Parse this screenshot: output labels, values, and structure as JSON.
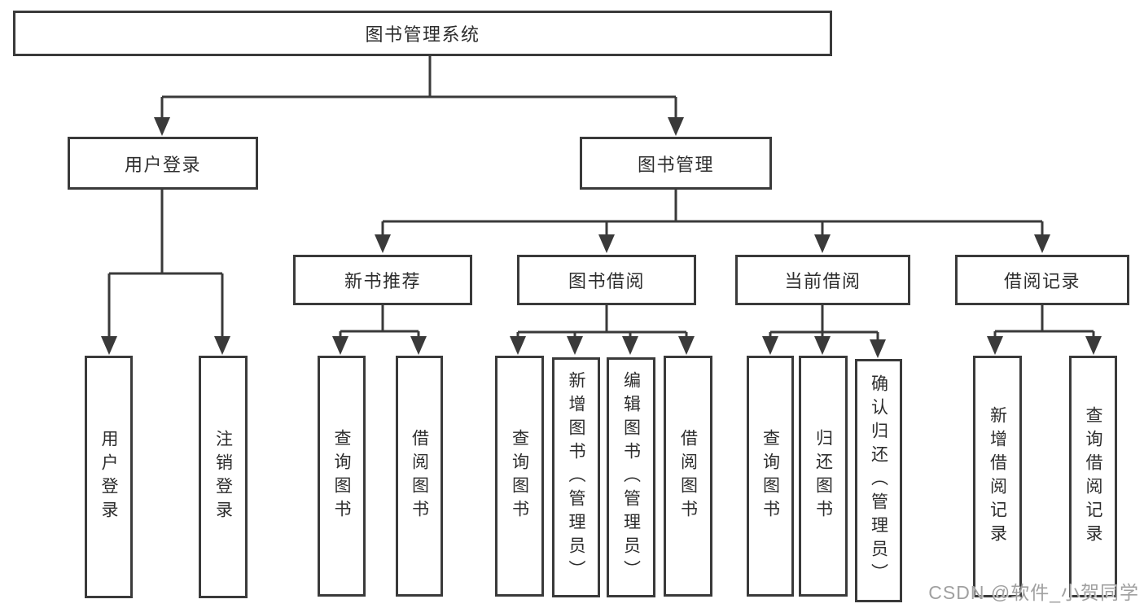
{
  "diagram": {
    "colors": {
      "line": "#3a3a3a",
      "box_border": "#3a3a3a",
      "text": "#2d2d2d",
      "background": "#ffffff",
      "watermark": "#a0a0a0"
    },
    "tree": {
      "label": "图书管理系统",
      "children": [
        {
          "label": "用户登录",
          "children": [
            {
              "label": "用户登录"
            },
            {
              "label": "注销登录"
            }
          ]
        },
        {
          "label": "图书管理",
          "children": [
            {
              "label": "新书推荐",
              "children": [
                {
                  "label": "查询图书"
                },
                {
                  "label": "借阅图书"
                }
              ]
            },
            {
              "label": "图书借阅",
              "children": [
                {
                  "label": "查询图书"
                },
                {
                  "label": "新增图书（管理员）"
                },
                {
                  "label": "编辑图书（管理员）"
                },
                {
                  "label": "借阅图书"
                }
              ]
            },
            {
              "label": "当前借阅",
              "children": [
                {
                  "label": "查询图书"
                },
                {
                  "label": "归还图书"
                },
                {
                  "label": "确认归还（管理员）"
                }
              ]
            },
            {
              "label": "借阅记录",
              "children": [
                {
                  "label": "新增借阅记录"
                },
                {
                  "label": "查询借阅记录"
                }
              ]
            }
          ]
        }
      ]
    },
    "watermark": {
      "text": "CSDN @软件_小贺同学"
    }
  }
}
